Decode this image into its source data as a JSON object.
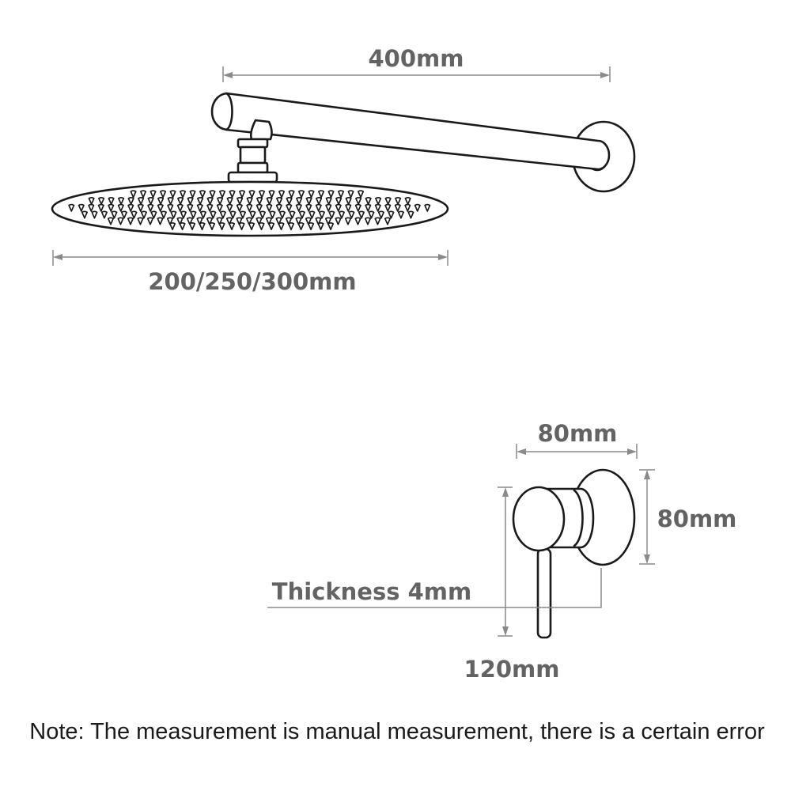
{
  "shower_head": {
    "arm_length_label": "400mm",
    "head_diameter_label": "200/250/300mm"
  },
  "mixer_valve": {
    "width_label": "80mm",
    "height_label": "80mm",
    "thickness_label": "Thickness 4mm",
    "lever_length_label": "120mm"
  },
  "footer": {
    "note": "Note: The measurement is manual measurement, there is a certain error"
  },
  "colors": {
    "line": "#1a1a1a",
    "dimension": "#8a8a8a",
    "dimension_text": "#636363"
  }
}
